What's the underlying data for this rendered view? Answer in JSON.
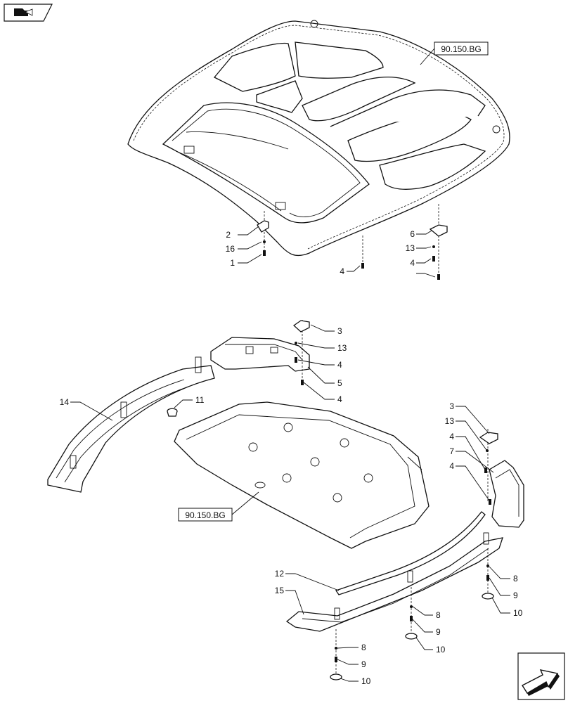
{
  "references": {
    "top": "90.150.BG",
    "floor": "90.150.BG"
  },
  "callouts": {
    "c1": "1",
    "c2": "2",
    "c16": "16",
    "c4a": "4",
    "c4b": "4",
    "c4c": "4",
    "c6": "6",
    "c13a": "13",
    "c3a": "3",
    "c13b": "13",
    "c4d": "4",
    "c5": "5",
    "c4e": "4",
    "c14": "14",
    "c11": "11",
    "c3b": "3",
    "c13c": "13",
    "c4f": "4",
    "c7": "7",
    "c4g": "4",
    "c12": "12",
    "c15": "15",
    "c8a": "8",
    "c9a": "9",
    "c10a": "10",
    "c8b": "8",
    "c9b": "9",
    "c10b": "10",
    "c8c": "8",
    "c9c": "9",
    "c10c": "10"
  },
  "icons": {
    "top_left": "prev-page-book-arrow-icon",
    "bottom_right": "next-page-arrow-icon"
  }
}
